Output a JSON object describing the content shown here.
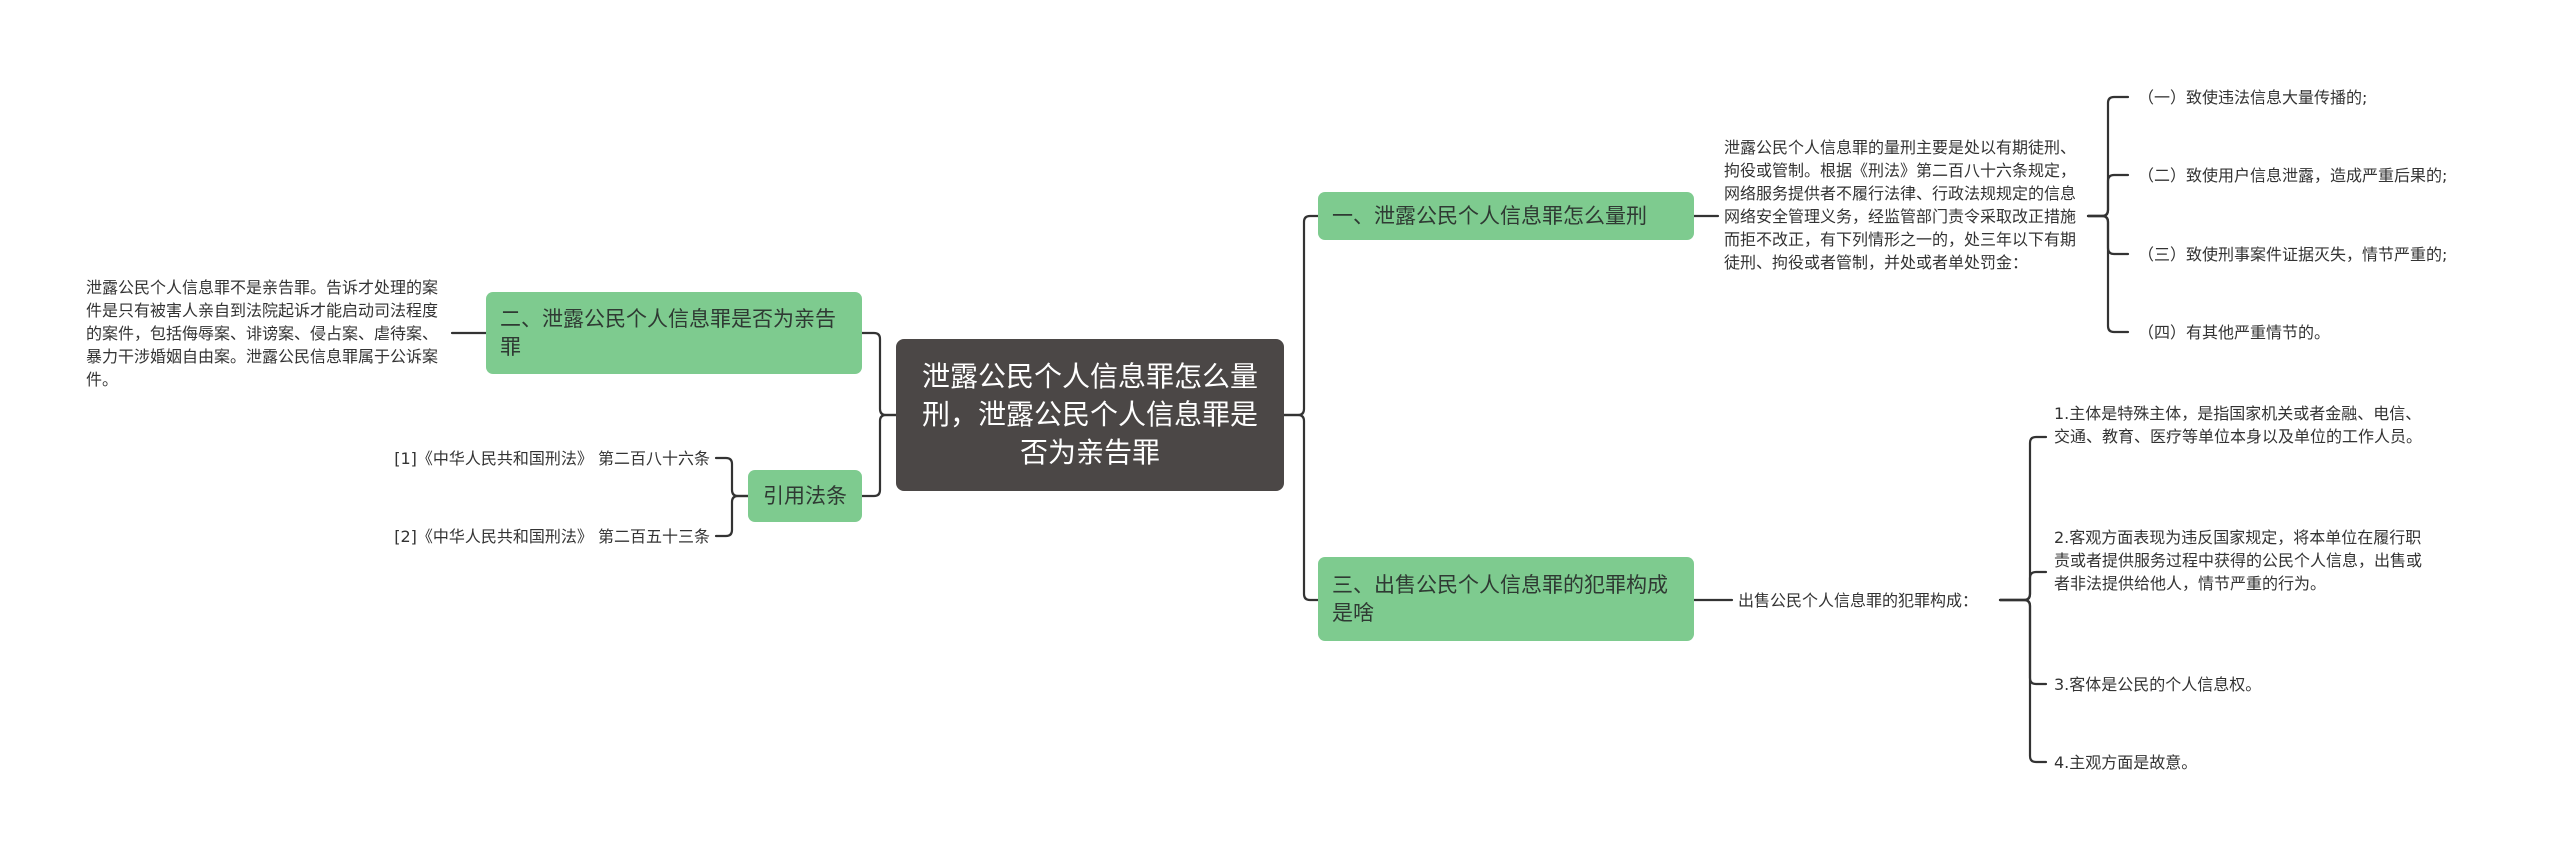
{
  "root": {
    "title": "泄露公民个人信息罪怎么量刑，泄露公民个人信息罪是否为亲告罪"
  },
  "branches": {
    "b1": {
      "label": "一、泄露公民个人信息罪怎么量刑",
      "detail": "泄露公民个人信息罪的量刑主要是处以有期徒刑、拘役或管制。根据《刑法》第二百八十六条规定，网络服务提供者不履行法律、行政法规规定的信息网络安全管理义务，经监管部门责令采取改正措施而拒不改正，有下列情形之一的，处三年以下有期徒刑、拘役或者管制，并处或者单处罚金：",
      "items": [
        "（一）致使违法信息大量传播的;",
        "（二）致使用户信息泄露，造成严重后果的;",
        "（三）致使刑事案件证据灭失，情节严重的;",
        "（四）有其他严重情节的。"
      ]
    },
    "b2": {
      "label": "二、泄露公民个人信息罪是否为亲告罪",
      "detail": "泄露公民个人信息罪不是亲告罪。告诉才处理的案件是只有被害人亲自到法院起诉才能启动司法程度的案件，包括侮辱案、诽谤案、侵占案、虐待案、暴力干涉婚姻自由案。泄露公民信息罪属于公诉案件。"
    },
    "b3": {
      "label": "三、出售公民个人信息罪的犯罪构成是啥",
      "detail": "出售公民个人信息罪的犯罪构成：",
      "items": [
        "1.主体是特殊主体，是指国家机关或者金融、电信、交通、教育、医疗等单位本身以及单位的工作人员。",
        "2.客观方面表现为违反国家规定，将本单位在履行职责或者提供服务过程中获得的公民个人信息，出售或者非法提供给他人，情节严重的行为。",
        "3.客体是公民的个人信息权。",
        "4.主观方面是故意。"
      ]
    },
    "b4": {
      "label": "引用法条",
      "items": [
        "[1]《中华人民共和国刑法》 第二百八十六条",
        "[2]《中华人民共和国刑法》 第二百五十三条"
      ]
    }
  },
  "colors": {
    "root_fill": "#4b4746",
    "branch_fill": "#7ecb8f",
    "connector": "#333333",
    "background": "#ffffff"
  }
}
